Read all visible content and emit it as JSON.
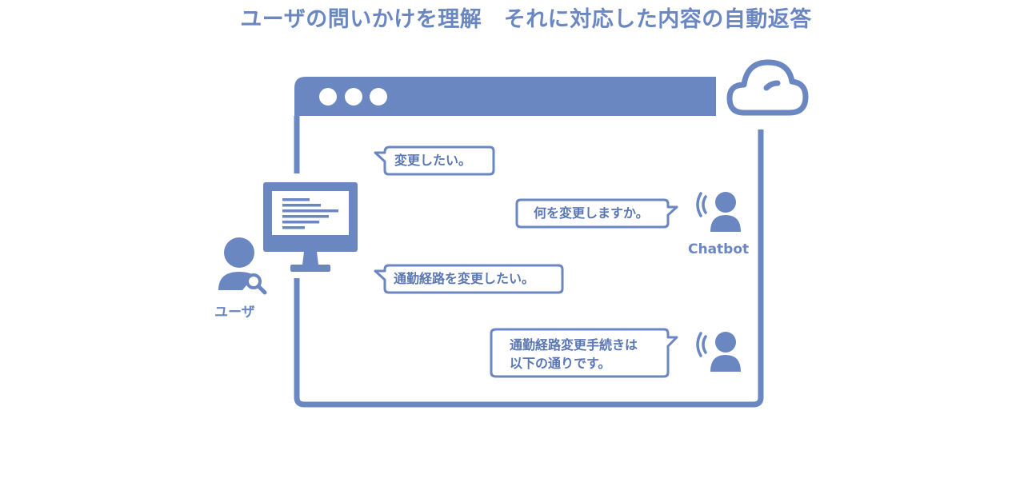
{
  "title": "ユーザの問いかけを理解　それに対応した内容の自動返答",
  "labels": {
    "user": "ユーザ",
    "chatbot": "Chatbot"
  },
  "messages": [
    {
      "speaker": "user",
      "text": "変更したい。"
    },
    {
      "speaker": "chatbot",
      "text": "何を変更しますか。"
    },
    {
      "speaker": "user",
      "text": "通勤経路を変更したい。"
    },
    {
      "speaker": "chatbot",
      "lines": [
        "通勤経路変更手続きは",
        "以下の通りです。"
      ]
    }
  ],
  "colors": {
    "accent": "#6a87c2",
    "text": "#5b77b3",
    "background": "#ffffff"
  },
  "icons": [
    "cloud-icon",
    "computer-monitor-icon",
    "user-search-icon",
    "chatbot-avatar-icon"
  ]
}
